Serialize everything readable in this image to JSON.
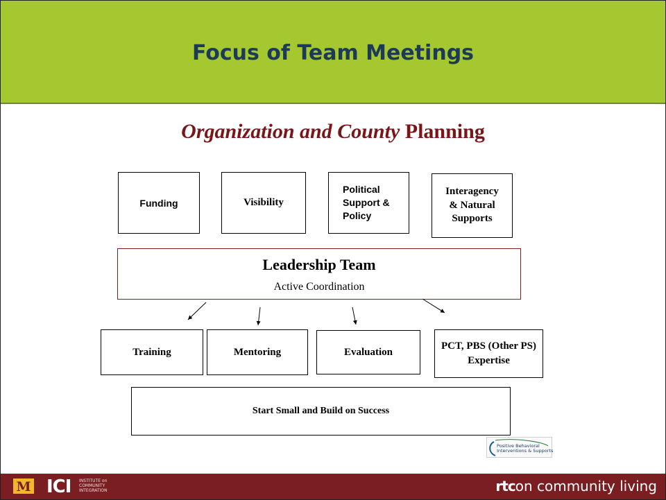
{
  "slide": {
    "title": "Focus of Team Meetings",
    "subtitle_italic": "Organization and County",
    "subtitle_bold": " Planning"
  },
  "top_boxes": [
    {
      "label": "Funding"
    },
    {
      "label": "Visibility"
    },
    {
      "label": "Political\nSupport &\nPolicy"
    },
    {
      "label": "Interagency\n& Natural\nSupports"
    }
  ],
  "leadership": {
    "title": "Leadership Team",
    "subtitle": "Active Coordination"
  },
  "bottom_boxes": [
    {
      "label": "Training"
    },
    {
      "label": "Mentoring"
    },
    {
      "label": "Evaluation"
    },
    {
      "label": "PCT, PBS (Other PS)\nExpertise"
    }
  ],
  "base_box": {
    "label": "Start Small and Build on Success"
  },
  "logos": {
    "pbis_line1": "Positive Behavioral",
    "pbis_line2": "Interventions & Supports",
    "ici": "ICI",
    "ici_sub1": "INSTITUTE on",
    "ici_sub2": "COMMUNITY",
    "ici_sub3": "INTEGRATION",
    "rtc_prefix": "rtc",
    "rtc_suffix": "on community living",
    "umn": "M"
  },
  "colors": {
    "header_green": "#a5c72f",
    "title_navy": "#1d3b57",
    "subtitle_maroon": "#7a1518",
    "footer_maroon": "#7b1e22"
  }
}
